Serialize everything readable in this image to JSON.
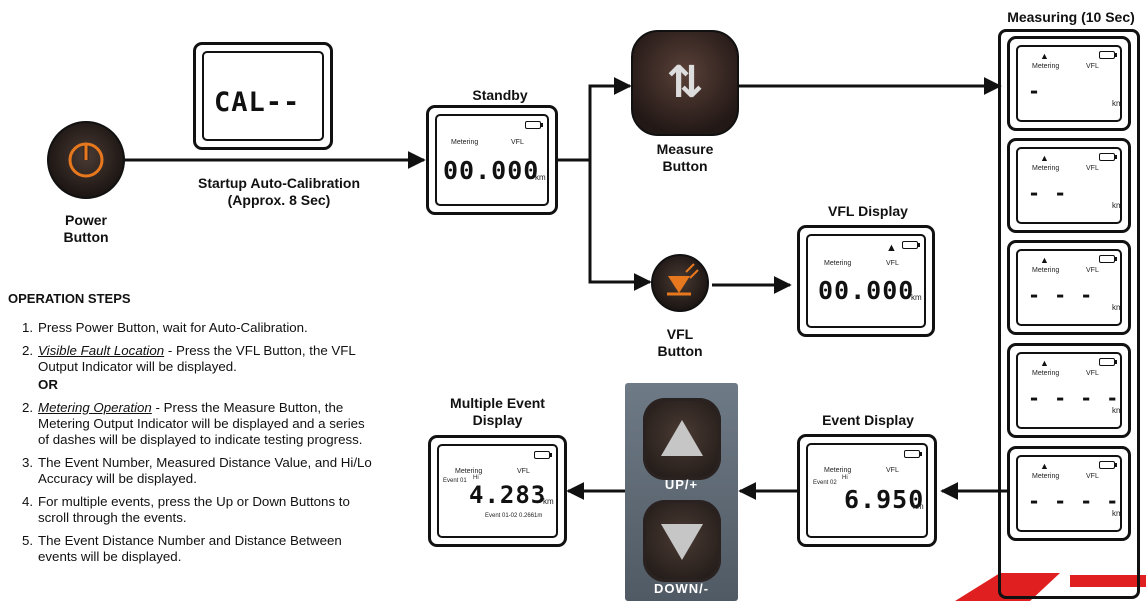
{
  "labels": {
    "power_button": "Power\nButton",
    "startup": "Startup Auto-Calibration\n(Approx. 8 Sec)",
    "standby": "Standby",
    "measure_button": "Measure\nButton",
    "vfl_display": "VFL Display",
    "vfl_button": "VFL\nButton",
    "measuring": "Measuring (10 Sec)",
    "event_display": "Event Display",
    "multiple_event": "Multiple Event\nDisplay"
  },
  "screens": {
    "cal": "CAL--",
    "metering": "Metering",
    "vfl": "VFL",
    "km": "km",
    "standby_value": "00.000",
    "vfl_value": "00.000",
    "measuring_dashes": [
      "-",
      "- -",
      "- - -",
      "- - - -",
      "- - - - -"
    ],
    "event_value": "6.950",
    "event_tag": "Event 02",
    "hi": "Hi",
    "multi_value": "4.283",
    "multi_tag": "Event 01",
    "multi_sub": "Event 01-02  0.2661m"
  },
  "panel": {
    "up": "UP/+",
    "down": "DOWN/-"
  },
  "steps": {
    "heading": "OPERATION STEPS",
    "s1": "Press Power Button, wait for Auto-Calibration.",
    "s2a_title": "Visible Fault Location",
    "s2a_text": " - Press the VFL Button, the VFL Output Indicator will be displayed.",
    "or": "OR",
    "s2b_title": "Metering Operation",
    "s2b_text": " - Press the Measure Button, the Metering Output Indicator will be displayed and a series of dashes will be displayed to indicate testing progress.",
    "s3": "The Event Number, Measured Distance Value, and Hi/Lo Accuracy will be displayed.",
    "s4": "For multiple events, press the Up or Down Buttons to scroll through the events.",
    "s5": "The Event Distance Number and Distance Between events will be displayed.",
    "nums": [
      "1.",
      "2.",
      "2.",
      "3.",
      "4.",
      "5."
    ]
  },
  "colors": {
    "orange": "#e8781e",
    "button_dark": "#3a2a24",
    "panel": "#5d6873",
    "logo_red": "#e02020"
  }
}
